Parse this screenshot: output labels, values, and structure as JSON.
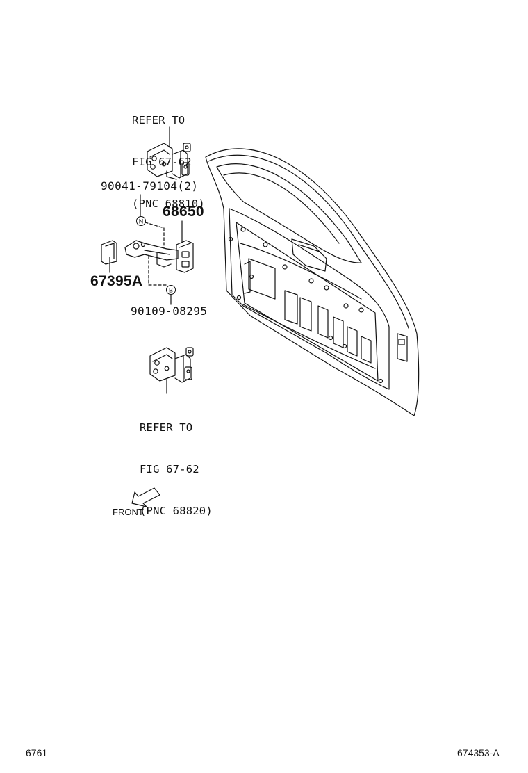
{
  "refer_upper": {
    "line1": "REFER TO",
    "line2": "FIG 67-62",
    "line3": "(PNC 68810)"
  },
  "refer_lower": {
    "line1": "REFER TO",
    "line2": "FIG 67-62",
    "line3": "(PNC 68820)"
  },
  "parts": {
    "bolt_upper": "90041-79104(2)",
    "checker": "68650",
    "cover": "67395A",
    "bolt_lower": "90109-08295"
  },
  "badges": {
    "n": "N",
    "b": "B"
  },
  "front_label": "FRONT",
  "footer": {
    "left": "6761",
    "right": "674353-A"
  }
}
